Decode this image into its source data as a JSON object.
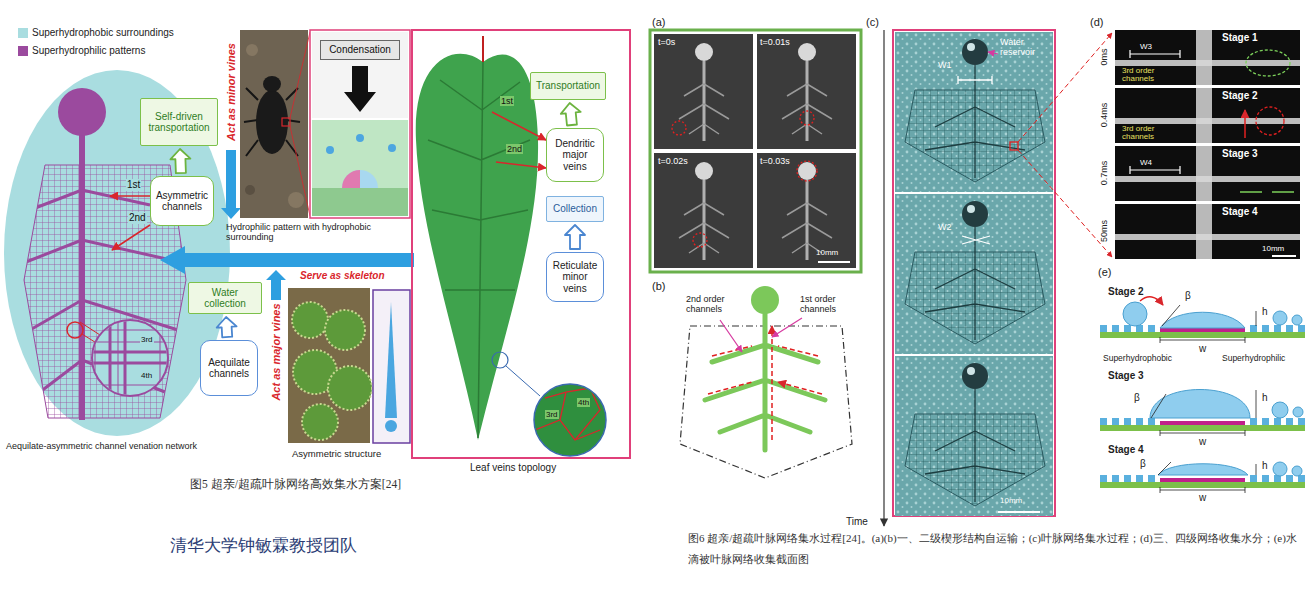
{
  "diagram": {
    "caption": "图6 超亲/超疏叶脉网络集水过程[24]。(a)(b)一、二级楔形结构自运输；(c)叶脉网络集水过程；(d)三、四级网络收集水分；(e)水滴被叶脉网络收集截面图",
    "nodes": [
      {
        "text": [
          "Self-driven transportation"
        ]
      },
      {
        "text": [
          "Asymmetric channels"
        ]
      },
      {
        "text": [
          "Water collection"
        ]
      },
      {
        "text": [
          "Aequilate channels"
        ]
      },
      {
        "text": [
          "Condensation"
        ]
      },
      {
        "text": [
          "Transportation"
        ]
      },
      {
        "text": [
          "Dendritic major veins"
        ]
      },
      {
        "text": [
          "Collection"
        ]
      },
      {
        "text": [
          "Reticulate minor veins"
        ]
      }
    ],
    "edges": [
      {
        "from": 1,
        "to": 0,
        "arrow": "to"
      },
      {
        "from": 3,
        "to": 2,
        "arrow": "to"
      },
      {
        "from": 6,
        "to": 5,
        "arrow": "to"
      },
      {
        "from": 8,
        "to": 7,
        "arrow": "to"
      }
    ],
    "labels": [
      "1st",
      "2nd",
      "3rd",
      "4th",
      "Aequilate-asymmetric channel venation network",
      "Act as minor vines",
      "Hydrophilic pattern with hydrophobic surrounding",
      "Serve as skeleton",
      "Act as major vines",
      "Asymmetric structure",
      "1st",
      "2nd",
      "3rd",
      "4th",
      "Leaf veins topology",
      "图5 超亲/超疏叶脉网络高效集水方案[24]",
      "清华大学钟敏霖教授团队",
      "(a)",
      "t=0s",
      "t=0.01s",
      "t=0.02s",
      "t=0.03s",
      "10mm",
      "(b)",
      "2nd order channels",
      "1st order channels",
      "(c)",
      "Water reservoir",
      "W1",
      "W2",
      "10mm",
      "Time",
      "(d)",
      "Stage 1",
      "Stage 2",
      "Stage 3",
      "Stage 4",
      "0ms",
      "0.4ms",
      "0.7ms",
      "50ms",
      "W3",
      "W4",
      "3rd order channels",
      "3rd order channels",
      "10mm",
      "(e)",
      "Stage 2",
      "β",
      "h",
      "w",
      "Superhydrophobic",
      "Superhydrophilic",
      "Stage 3",
      "β",
      "h",
      "w",
      "Stage 4",
      "β",
      "h",
      "w"
    ],
    "legend": [
      {
        "text": "Superhydrophobic surroundings",
        "color": "#a9dde0"
      },
      {
        "text": "Superhydrophilic patterns",
        "color": "#9b4a9e"
      }
    ]
  }
}
